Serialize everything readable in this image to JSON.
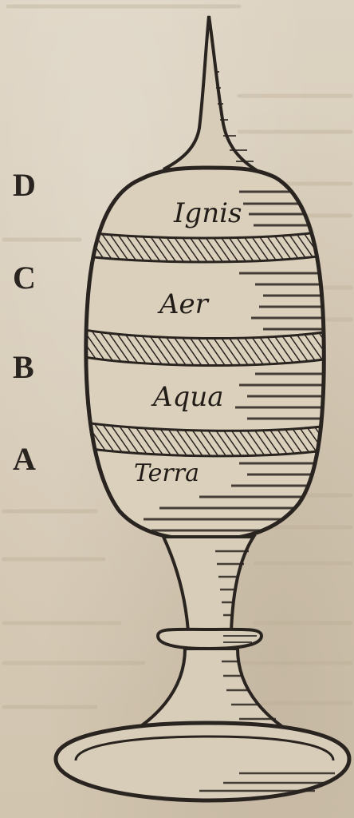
{
  "side_labels": [
    "D",
    "C",
    "B",
    "A"
  ],
  "band_labels": [
    "Ignis",
    "Aer",
    "Aqua",
    "Terra"
  ],
  "colors": {
    "paper": "#d9cfbf",
    "ink": "#2a2420"
  }
}
